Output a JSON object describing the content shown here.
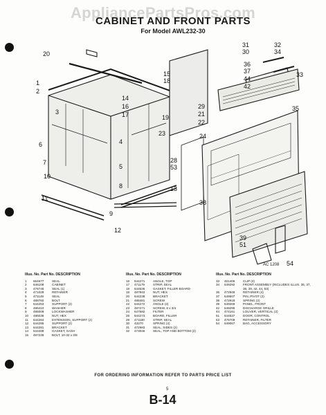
{
  "watermark": "AppliancePartsPros.com",
  "title": "CABINET AND FRONT PARTS",
  "subtitle": "For Model AWL232-30",
  "ident": "AC 1208",
  "callouts": [
    "1",
    "2",
    "3",
    "4",
    "5",
    "6",
    "7",
    "8",
    "9",
    "10",
    "11",
    "12",
    "13",
    "14",
    "15",
    "16",
    "17",
    "18",
    "19",
    "20",
    "21",
    "22",
    "23",
    "24",
    "28",
    "29",
    "30",
    "31",
    "32",
    "33",
    "34",
    "35",
    "36",
    "37",
    "38",
    "39",
    "42",
    "44",
    "51",
    "53",
    "54"
  ],
  "columns": [
    {
      "header": [
        "Illus. No.",
        "Part No.",
        "DESCRIPTION"
      ],
      "rows": [
        [
          "1",
          "664977",
          "SEAL"
        ],
        [
          "2",
          "646108",
          "CABINET"
        ],
        [
          "3",
          "476746",
          "SEAL (1)"
        ],
        [
          "4",
          "471028",
          "RETAINER"
        ],
        [
          "5",
          "471149",
          "SEAL"
        ],
        [
          "6",
          "488760",
          "BOLT"
        ],
        [
          "7",
          "644253",
          "SUPPORT (2)"
        ],
        [
          "8",
          "486410",
          "WASHER"
        ],
        [
          "9",
          "486009",
          "LOCKWASHER"
        ],
        [
          "10",
          "486038",
          "NUT, HEX"
        ],
        [
          "11",
          "644284",
          "EXTENSION, SUPPORT (2)"
        ],
        [
          "12",
          "644285",
          "SUPPORT (2)"
        ],
        [
          "13",
          "644281",
          "BRACKET"
        ],
        [
          "14",
          "644288",
          "GASKET, SASH"
        ],
        [
          "15",
          "487236",
          "BOLT, 10-32 x 3/8"
        ]
      ]
    },
    {
      "header": [
        "Illus. No.",
        "Part No.",
        "DESCRIPTION"
      ],
      "rows": [
        [
          "16",
          "644271",
          "ANGLE, TOP"
        ],
        [
          "17",
          "471179",
          "STRIP, SEAL"
        ],
        [
          "18",
          "644636",
          "GASKET, FILLER BOARD"
        ],
        [
          "19",
          "487943",
          "NUT, HEX"
        ],
        [
          "20",
          "644238",
          "BRACKET"
        ],
        [
          "21",
          "488481",
          "SCREW"
        ],
        [
          "22",
          "644272",
          "ANGLE (2)"
        ],
        [
          "23",
          "487271",
          "SCREW, 8 x 3/4"
        ],
        [
          "24",
          "647582",
          "FILTER"
        ],
        [
          "28",
          "644273",
          "BOARD, FILLER"
        ],
        [
          "29",
          "471180",
          "STRIP, SEAL"
        ],
        [
          "30",
          "43270",
          "SPRING (4)"
        ],
        [
          "31",
          "472983",
          "SEAL, SIDES (2)"
        ],
        [
          "32",
          "473046",
          "SEAL, TOP AND BOTTOM (2)"
        ]
      ]
    },
    {
      "header": [
        "Illus. No.",
        "Part No.",
        "DESCRIPTION"
      ],
      "rows": [
        [
          "33",
          "461406",
          "CLIP (4)"
        ],
        [
          "34",
          "649292",
          "FRONT ASSEMBLY (INCLUDES ILLUS. 36, 37, 38, 39, 42, 44, 53)"
        ],
        [
          "36",
          "472946",
          "RETAINER (4)"
        ],
        [
          "37",
          "649507",
          "PIN, PIVOT (2)"
        ],
        [
          "38",
          "472918",
          "SPRING (2)"
        ],
        [
          "39",
          "649269",
          "PANEL, FRONT"
        ],
        [
          "42",
          "649295",
          "DISCHARGE GRILLE"
        ],
        [
          "44",
          "474161",
          "LOUVER, VERTICAL (2)"
        ],
        [
          "51",
          "644537",
          "DOOR, CONTROL"
        ],
        [
          "53",
          "476709",
          "RETAINER, FILTER"
        ],
        [
          "54",
          "649067",
          "BAG, ACCESSORY"
        ]
      ]
    }
  ],
  "footer": "FOR ORDERING INFORMATION REFER TO PARTS PRICE LIST",
  "page_number": "5",
  "page_label": "B-14"
}
